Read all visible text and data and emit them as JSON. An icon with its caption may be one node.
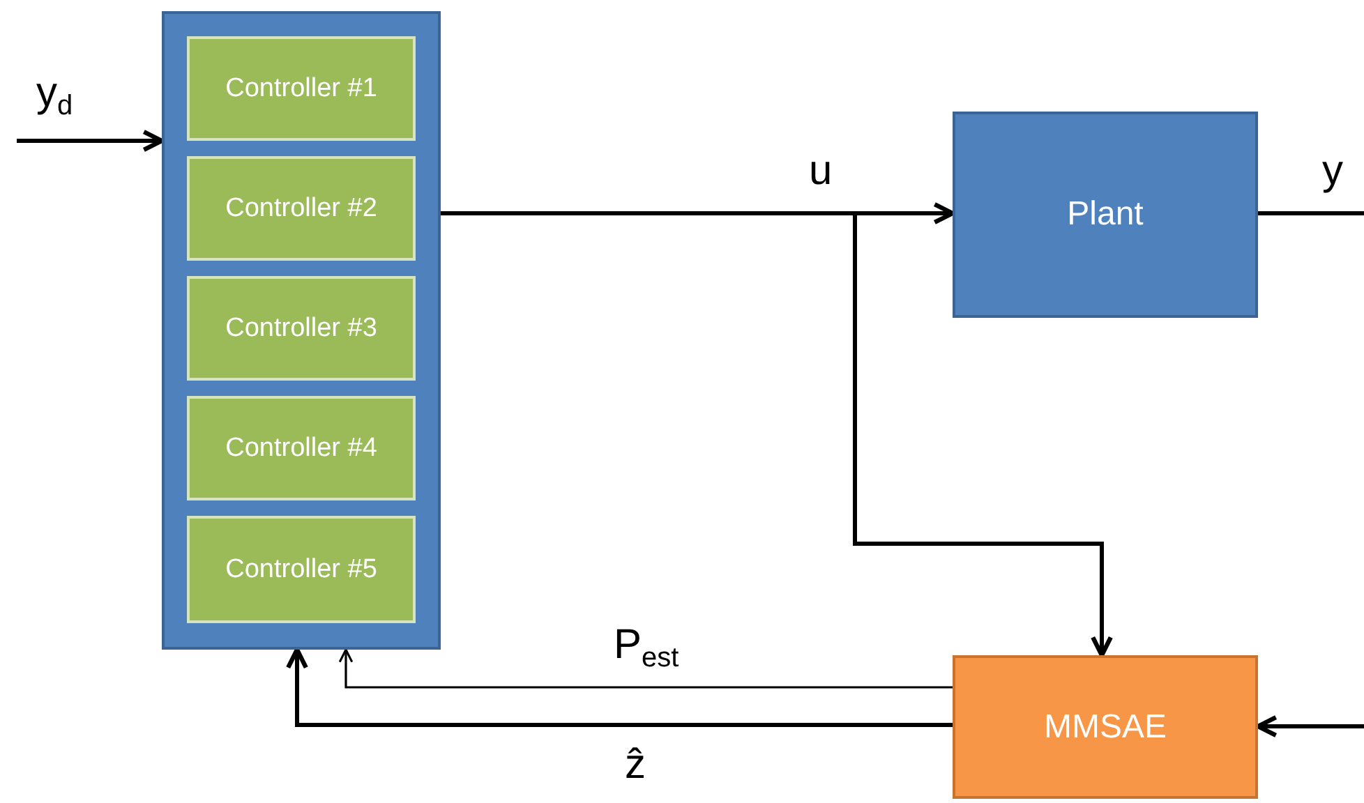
{
  "diagram": {
    "nodes": [
      {
        "text": [],
        "shape": "box"
      },
      {
        "text": [
          "Controller #1"
        ],
        "in": 0
      },
      {
        "text": [
          "Controller #2"
        ],
        "in": 0
      },
      {
        "text": [
          "Controller #3"
        ],
        "in": 0
      },
      {
        "text": [
          "Controller #4"
        ],
        "in": 0
      },
      {
        "text": [
          "Controller #5"
        ],
        "in": 0
      },
      {
        "text": [
          "Plant"
        ]
      },
      {
        "text": [
          "MMSAE"
        ]
      }
    ],
    "edges": [
      {
        "from": null,
        "to": 0,
        "arrow": "to",
        "label": "y$_{d}$"
      },
      {
        "from": 0,
        "to": 6,
        "arrow": "to",
        "label": "u"
      },
      {
        "from": 0,
        "to": 7,
        "arrow": "to"
      },
      {
        "from": 6,
        "to": null,
        "arrow": "none",
        "label": "y"
      },
      {
        "from": 7,
        "to": 0,
        "arrow": "to",
        "label": "P$_{est}$"
      },
      {
        "from": 7,
        "to": 0,
        "arrow": "to",
        "label": "ẑ"
      },
      {
        "from": null,
        "to": 7,
        "arrow": "to"
      }
    ]
  }
}
